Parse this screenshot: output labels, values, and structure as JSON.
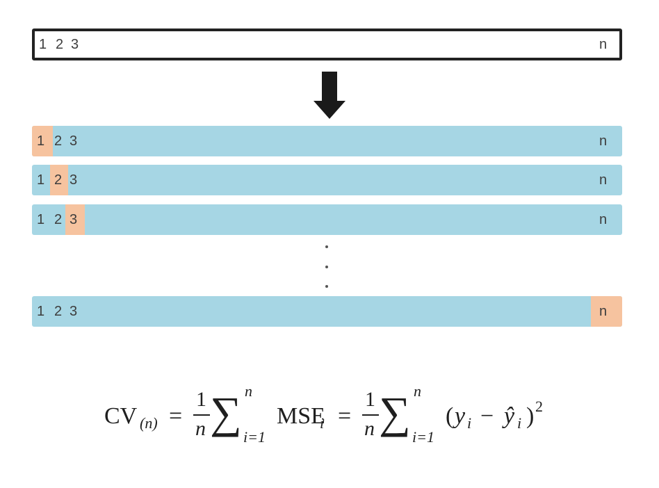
{
  "full_row": {
    "labels": [
      "1",
      "2",
      "3"
    ],
    "last_label": "n"
  },
  "folds": [
    {
      "labels": [
        "1",
        "2",
        "3"
      ],
      "last_label": "n",
      "held_out": "1"
    },
    {
      "labels": [
        "1",
        "2",
        "3"
      ],
      "last_label": "n",
      "held_out": "2"
    },
    {
      "labels": [
        "1",
        "2",
        "3"
      ],
      "last_label": "n",
      "held_out": "3"
    },
    {
      "labels": [
        "1",
        "2",
        "3"
      ],
      "last_label": "n",
      "held_out": "n"
    }
  ],
  "colors": {
    "train": "#a6d6e4",
    "validation": "#f6c39f",
    "outline": "#222222"
  },
  "formula": {
    "cv": "CV",
    "cv_sub": "(n)",
    "eq": "=",
    "one": "1",
    "n": "n",
    "sum": "∑",
    "sum_top": "n",
    "sum_bottom": "i=1",
    "mse": "MSE",
    "mse_sub": "i",
    "paren_open": "(",
    "y": "y",
    "y_sub": "i",
    "minus": "−",
    "yhat": "ŷ",
    "yhat_sub": "i",
    "paren_close": ")",
    "power": "2"
  }
}
